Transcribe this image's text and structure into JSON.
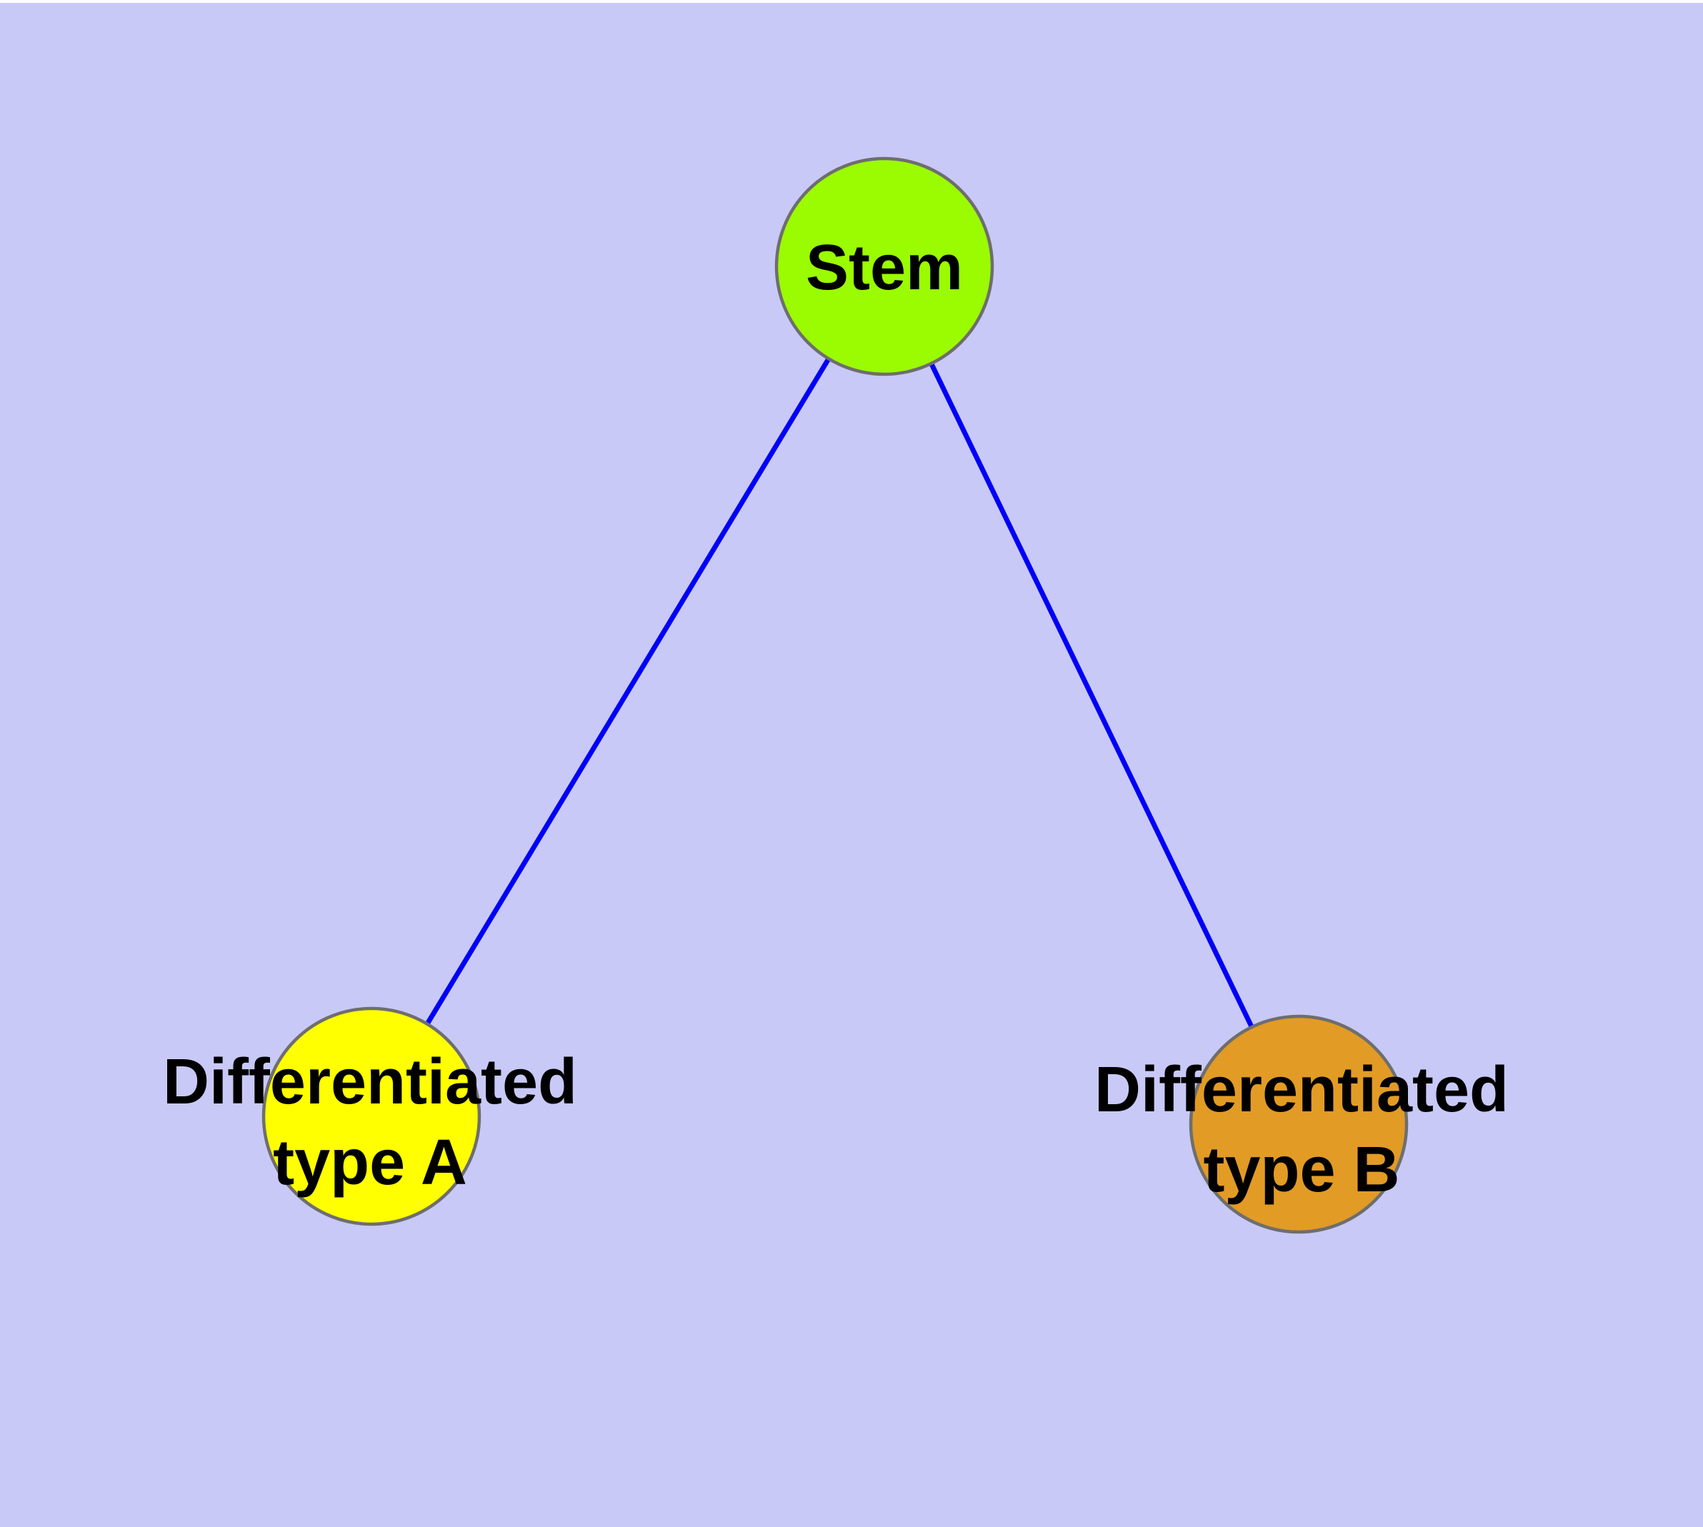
{
  "diagram": {
    "background_color": "#c9c9f8",
    "top_strip_color": "#fdfdfd",
    "edge_color": "#0000f8",
    "node_border_color": "#6e6e6e",
    "text_color": "#000000",
    "nodes": [
      {
        "id": "stem",
        "label": "Stem",
        "fill": "#9bfb00"
      },
      {
        "id": "differentiated-type-a",
        "label": "Differentiated type A",
        "label_lines": [
          "Differentiated",
          "type A"
        ],
        "fill": "#ffff00"
      },
      {
        "id": "differentiated-type-b",
        "label": "Differentiated type B",
        "label_lines": [
          "Differentiated",
          "type B"
        ],
        "fill": "#e29b25"
      }
    ],
    "edges": [
      {
        "from": "Stem",
        "to": "Differentiated type A"
      },
      {
        "from": "Stem",
        "to": "Differentiated type B"
      }
    ]
  }
}
